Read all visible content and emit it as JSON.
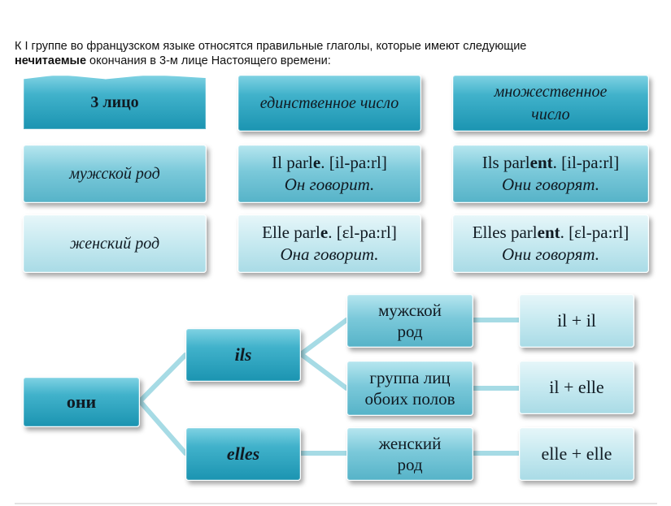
{
  "intro": {
    "part1": "К I группе во французском языке относятся правильные глаголы, которые имеют следующие",
    "bold": "нечитаемые",
    "part2": " окончания в 3-м лице Настоящего времени:"
  },
  "table": {
    "header": {
      "person": "3 лицо",
      "singular": "единственное число",
      "plural_line1": "множественное",
      "plural_line2": "число"
    },
    "masc": {
      "label": "мужской род",
      "sing_pre": "Il parl",
      "sing_end": "e",
      "sing_post": ". [il-pa:rl]",
      "sing_tr": "Он говорит.",
      "plur_pre": "Ils parl",
      "plur_end": "ent",
      "plur_post": ". [il-pa:rl]",
      "plur_tr": "Они говорят."
    },
    "fem": {
      "label": "женский род",
      "sing_pre": "Elle parl",
      "sing_end": "e",
      "sing_post": ". [ɛl-pa:rl]",
      "sing_tr": "Она говорит.",
      "plur_pre": "Elles parl",
      "plur_end": "ent",
      "plur_post": ". [ɛl-pa:rl]",
      "plur_tr": "Они говорят."
    }
  },
  "tree": {
    "root": "они",
    "ils": "ils",
    "elles": "elles",
    "masc_line1": "мужской",
    "masc_line2": "род",
    "mixed_line1": "группа лиц",
    "mixed_line2": "обоих полов",
    "fem_line1": "женский",
    "fem_line2": "род",
    "res1": "il + il",
    "res2": "il + elle",
    "res3": "elle + elle"
  },
  "colors": {
    "dark_box": "#1b94b1",
    "mid_box": "#56b3c8",
    "light_box": "#a9dbe6",
    "connector": "#a6dbe5"
  }
}
